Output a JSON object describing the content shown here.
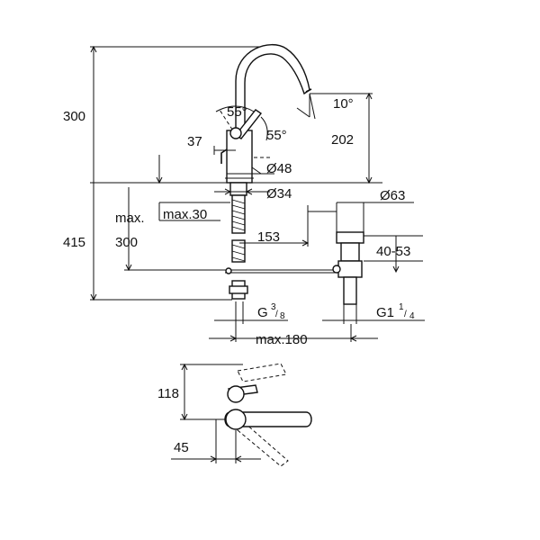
{
  "front_view": {
    "height_total": "300",
    "spout_angle": "10°",
    "lever_angle_upper": "55°",
    "lever_angle_lower": "55°",
    "lever_offset": "37",
    "spout_height": "202",
    "base_diameter": "Ø48",
    "shank_diameter": "Ø34",
    "max_label": "max.",
    "max_30": "max.30",
    "below_height": "415",
    "below_300": "300",
    "rod_length": "153",
    "waste_diameter": "Ø63",
    "waste_range": "40-53",
    "thread_inlet": "G",
    "thread_inlet_num": "3",
    "thread_inlet_den": "8",
    "thread_waste": "G1",
    "thread_waste_num": "1",
    "thread_waste_den": "4",
    "max_180": "max.180"
  },
  "top_view": {
    "depth": "118",
    "offset": "45"
  }
}
